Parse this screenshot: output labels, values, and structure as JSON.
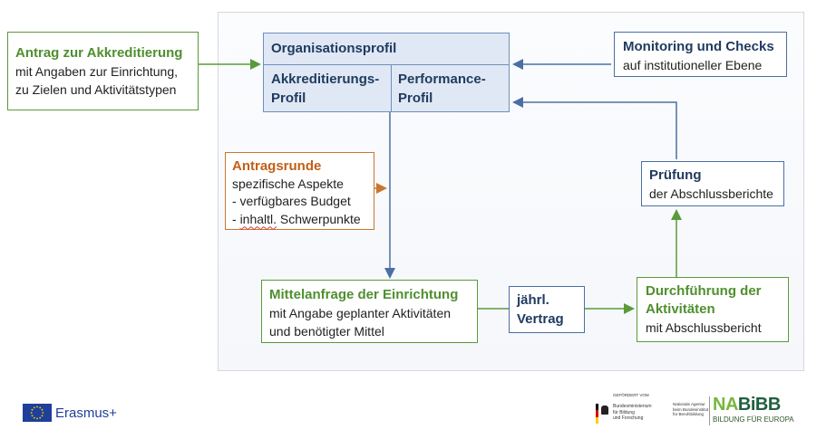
{
  "nodes": {
    "antrag": {
      "title": "Antrag zur Akkreditierung",
      "lines": [
        "mit Angaben zur Einrichtung,",
        "zu Zielen und Aktivitätstypen"
      ]
    },
    "org": {
      "title": "Organisationsprofil",
      "left": [
        "Akkreditierungs-",
        "Profil"
      ],
      "right": [
        "Performance-",
        "Profil"
      ]
    },
    "monitoring": {
      "title": "Monitoring und Checks",
      "lines": [
        "auf institutioneller Ebene"
      ]
    },
    "antragsrunde": {
      "title": "Antragsrunde",
      "lines": [
        "spezifische Aspekte",
        "- verfügbares Budget",
        "- ",
        "inhaltl.",
        " Schwerpunkte"
      ]
    },
    "pruefung": {
      "title": "Prüfung",
      "lines": [
        "der Abschlussberichte"
      ]
    },
    "mittel": {
      "title": "Mittelanfrage der Einrichtung",
      "lines": [
        "mit Angabe geplanter Aktivitäten",
        "und benötigter Mittel"
      ]
    },
    "vertrag": {
      "lines": [
        "jährl.",
        "Vertrag"
      ]
    },
    "durchfuehrung": {
      "title": [
        "Durchführung der",
        "Aktivitäten"
      ],
      "lines": [
        "mit Abschlussbericht"
      ]
    }
  },
  "logos": {
    "erasmus": "Erasmus+",
    "bmbf": {
      "top": "GEFÖRDERT VOM",
      "lines": [
        "Bundesministerium",
        "für Bildung",
        "und Forschung"
      ]
    },
    "nationale": [
      "Nationale Agentur",
      "beim Bundesinstitut",
      "für Berufsbildung"
    ],
    "nabibb": {
      "na": "NA",
      "bibb": "BiBB",
      "sub": "BILDUNG FÜR EUROPA"
    }
  },
  "colors": {
    "green": "#5a9a3a",
    "blue": "#4b6fa3",
    "orange": "#c8782e",
    "navy": "#1f3a5f",
    "profile_fill": "#dfe8f4"
  }
}
